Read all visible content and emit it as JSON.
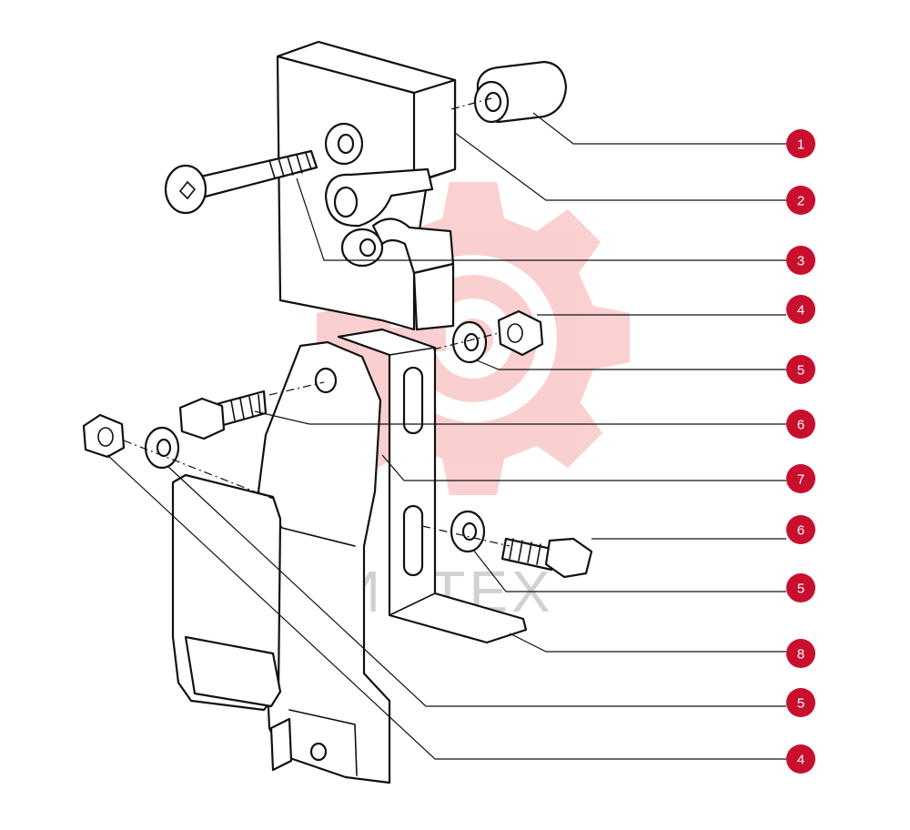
{
  "watermark": {
    "text": "ИНТЕХ",
    "gear_color": "#f26d6d",
    "gear_icon": "gear-logo-icon"
  },
  "callout_color": "#c8102e",
  "callouts": [
    {
      "label": "1"
    },
    {
      "label": "2"
    },
    {
      "label": "3"
    },
    {
      "label": "4"
    },
    {
      "label": "5"
    },
    {
      "label": "6"
    },
    {
      "label": "7"
    },
    {
      "label": "6"
    },
    {
      "label": "5"
    },
    {
      "label": "8"
    },
    {
      "label": "5"
    },
    {
      "label": "4"
    }
  ]
}
